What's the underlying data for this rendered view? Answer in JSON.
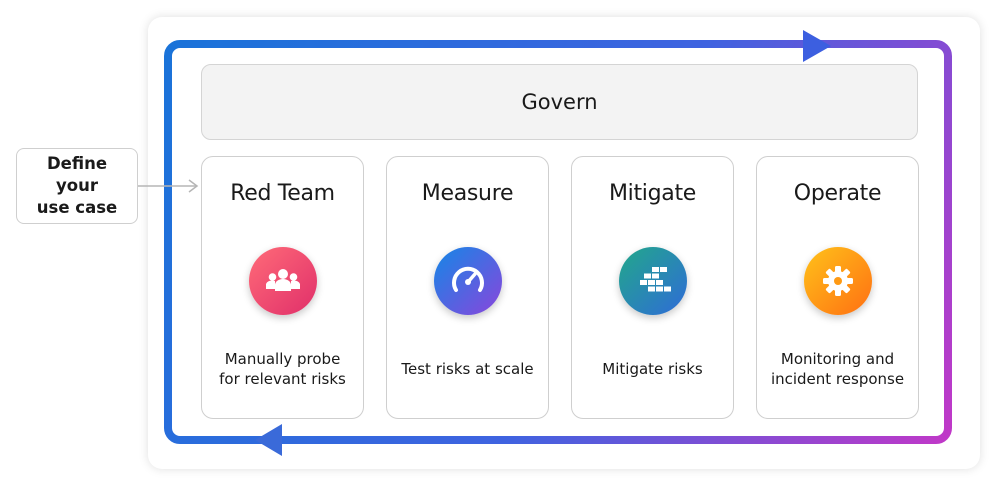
{
  "define_use_case": "Define your\nuse case",
  "govern": "Govern",
  "stages": [
    {
      "title": "Red Team",
      "description": "Manually probe\nfor relevant risks",
      "icon": "team-people-icon",
      "gradient": [
        "#ff5a6a",
        "#e5316b"
      ]
    },
    {
      "title": "Measure",
      "description": "Test risks at scale",
      "icon": "gauge-icon",
      "gradient": [
        "#1e7fe0",
        "#7c4de0"
      ]
    },
    {
      "title": "Mitigate",
      "description": "Mitigate risks",
      "icon": "blocks-icon",
      "gradient": [
        "#1fa38f",
        "#2c6fd6"
      ]
    },
    {
      "title": "Operate",
      "description": "Monitoring and\nincident response",
      "icon": "gear-icon",
      "gradient": [
        "#ffb010",
        "#ff7a10"
      ]
    }
  ],
  "colors": {
    "loop_start": "#1a73d9",
    "loop_mid": "#4a5de0",
    "loop_end": "#c038c8",
    "arrow_connector": "#b5b5b5"
  }
}
